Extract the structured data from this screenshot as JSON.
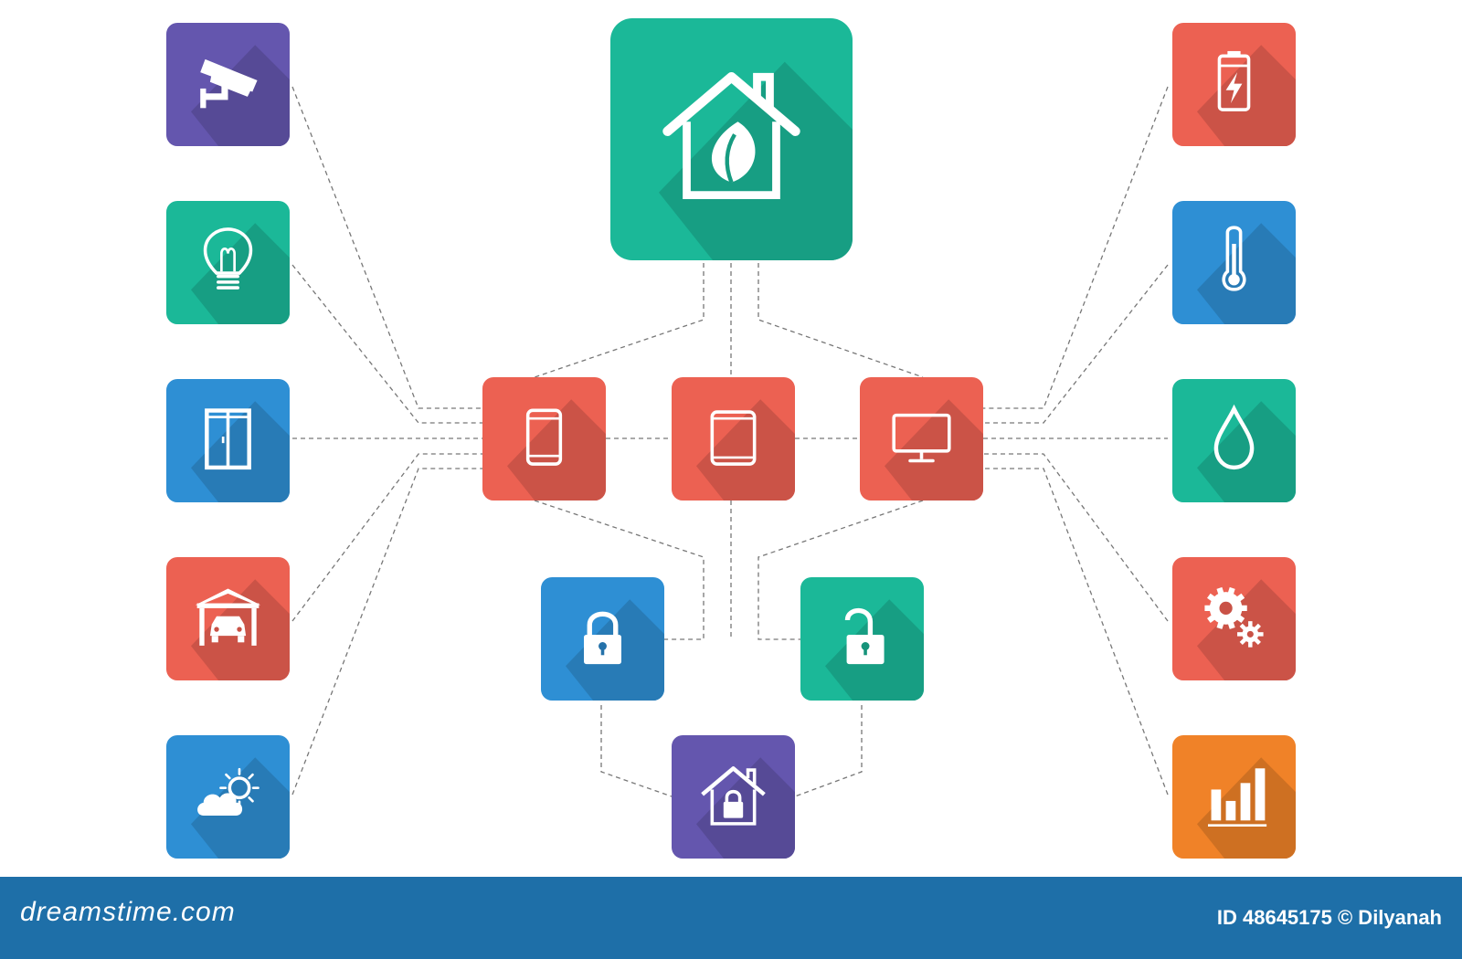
{
  "diagram": {
    "hub": {
      "name": "eco-home",
      "color": "#1bb898"
    },
    "devices": [
      {
        "name": "smartphone",
        "color": "#ec6152"
      },
      {
        "name": "tablet",
        "color": "#ec6152"
      },
      {
        "name": "monitor",
        "color": "#ec6152"
      }
    ],
    "locks": [
      {
        "name": "lock-closed",
        "color": "#2e8fd4"
      },
      {
        "name": "lock-open",
        "color": "#1bb898"
      }
    ],
    "secured_home": {
      "name": "home-lock",
      "color": "#6456ae"
    },
    "left_items": [
      {
        "name": "security-camera",
        "color": "#6456ae"
      },
      {
        "name": "light-bulb",
        "color": "#1bb898"
      },
      {
        "name": "window",
        "color": "#2e8fd4"
      },
      {
        "name": "garage",
        "color": "#ec6152"
      },
      {
        "name": "weather",
        "color": "#2e8fd4"
      }
    ],
    "right_items": [
      {
        "name": "battery",
        "color": "#ec6152"
      },
      {
        "name": "thermometer",
        "color": "#2e8fd4"
      },
      {
        "name": "water-drop",
        "color": "#1bb898"
      },
      {
        "name": "gears",
        "color": "#ec6152"
      },
      {
        "name": "bar-chart",
        "color": "#f08228"
      }
    ]
  },
  "footer": {
    "brand": "dreamstime.com",
    "id_text": "ID 48645175 © Dilyanah",
    "color": "#1e6fa8"
  }
}
